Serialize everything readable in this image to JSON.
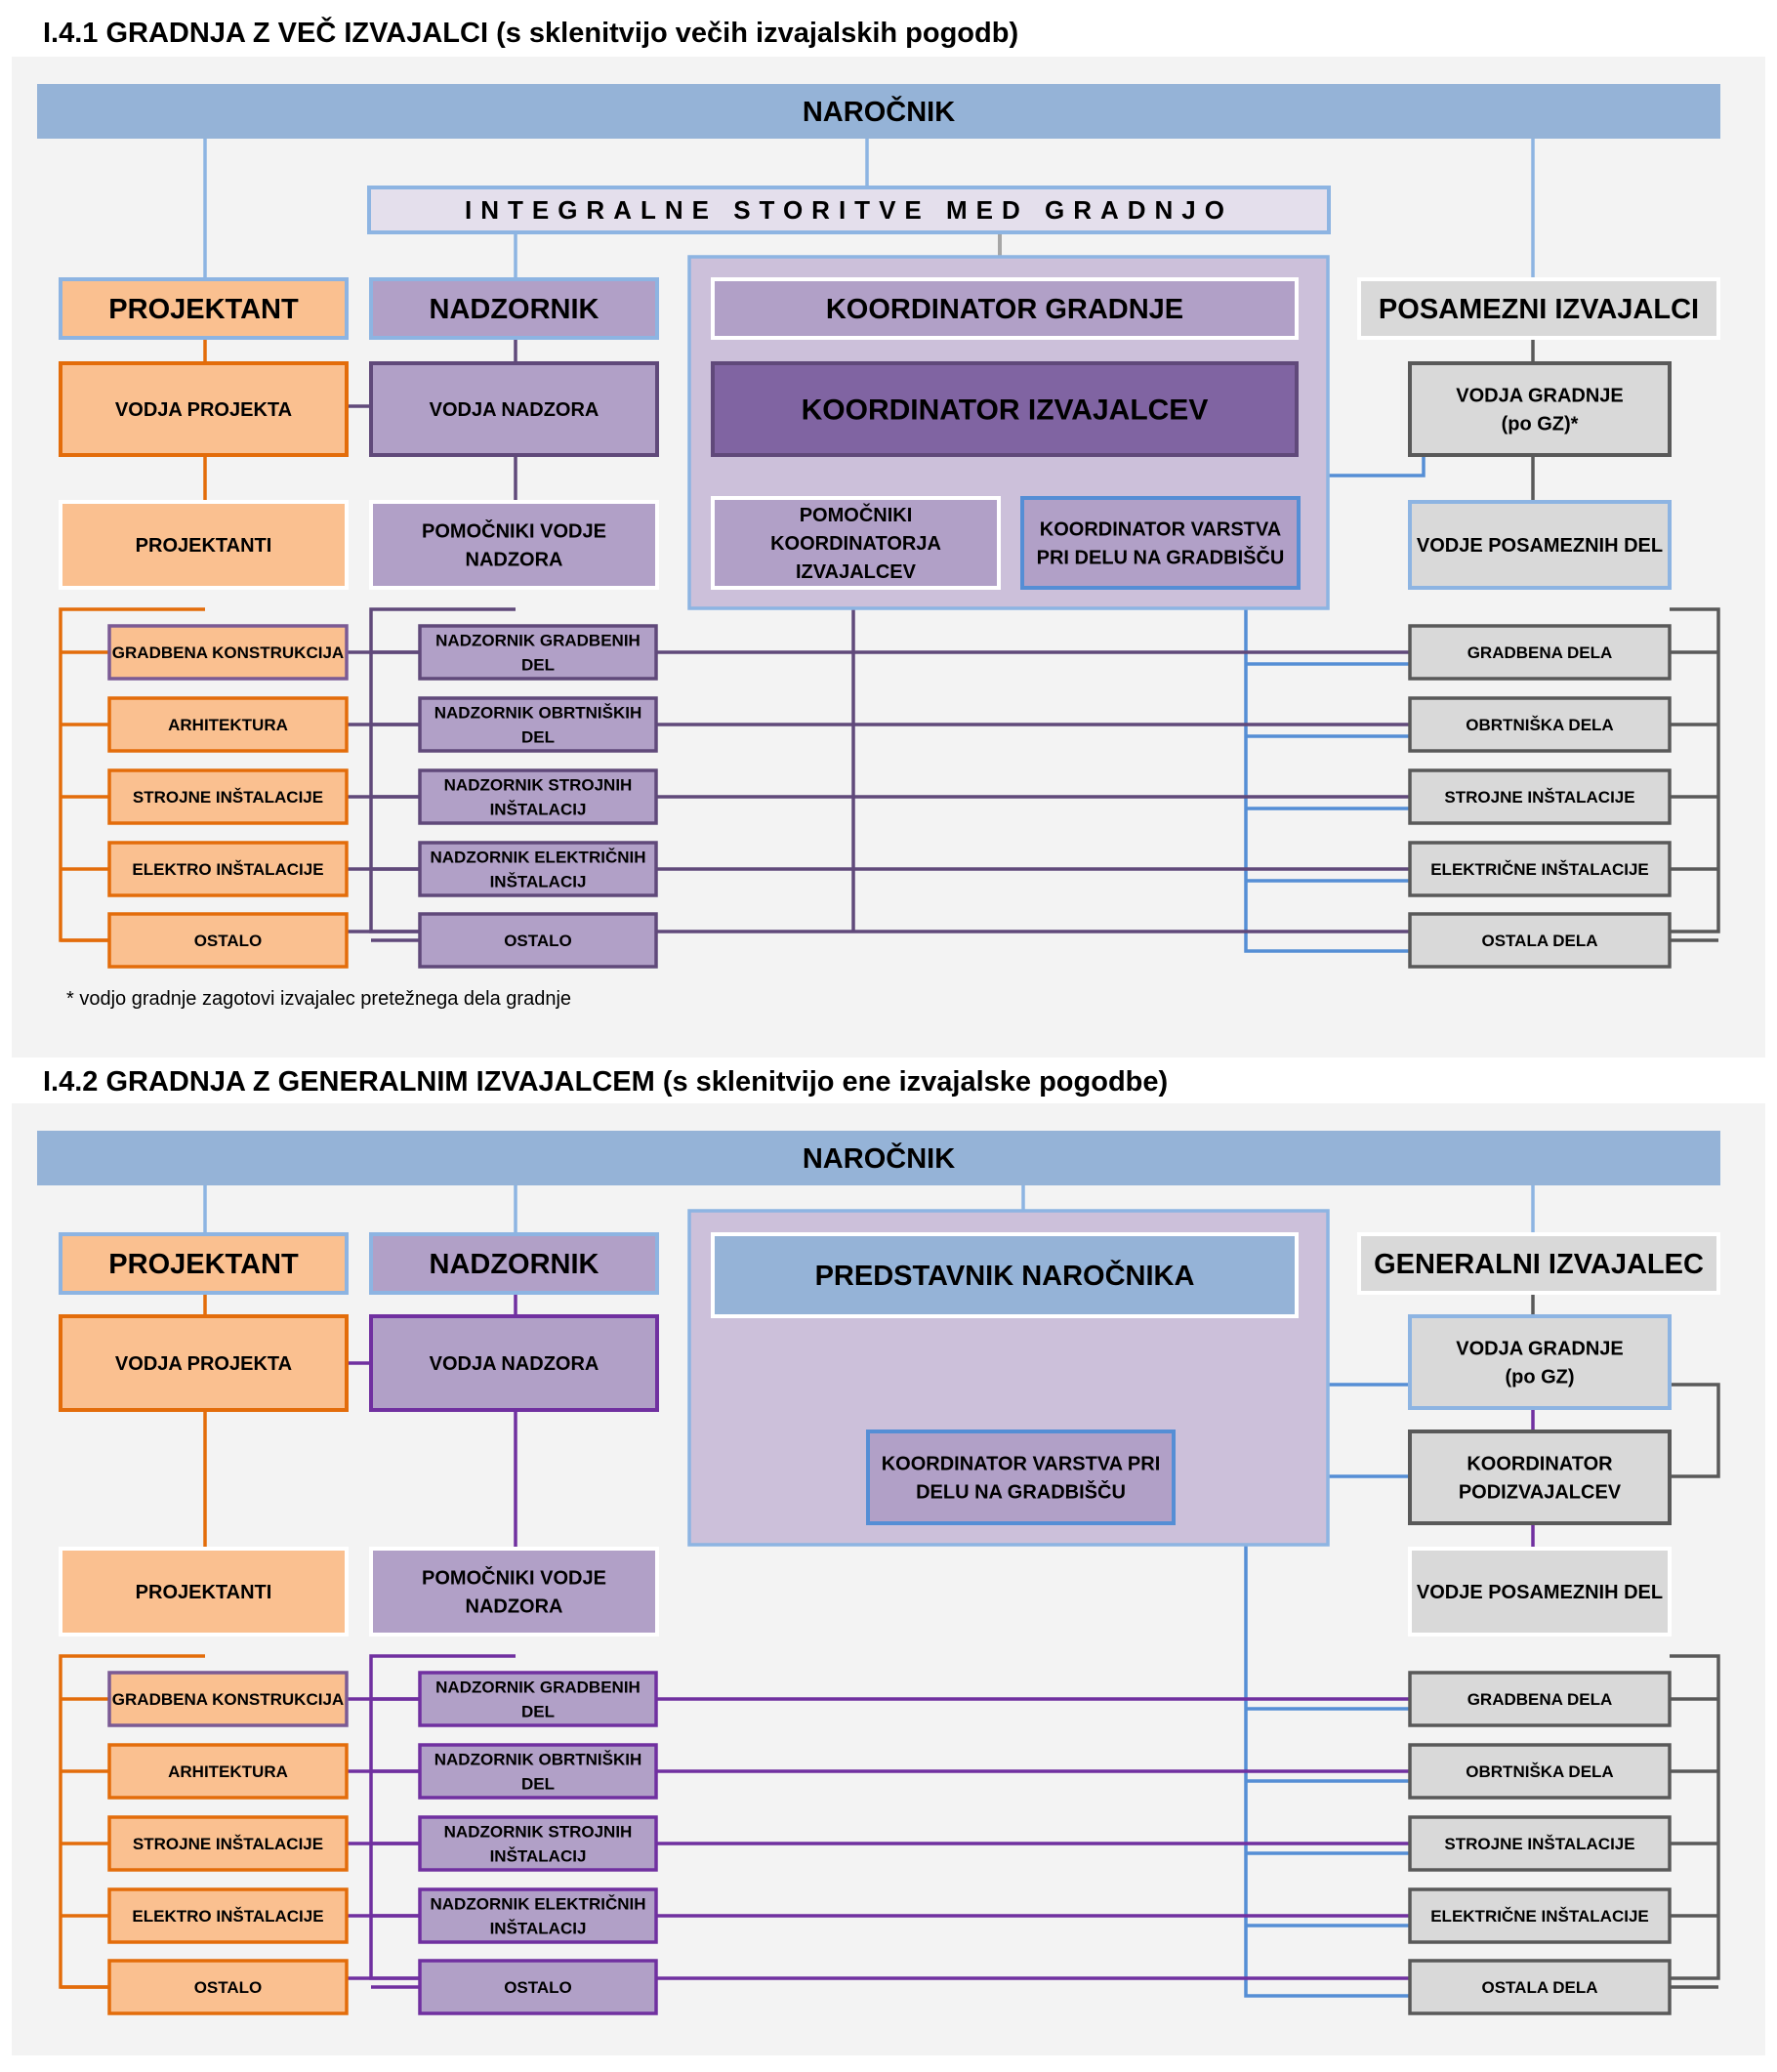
{
  "section1": {
    "title": "I.4.1 GRADNJA Z VEČ IZVAJALCI (s sklenitvijo večih izvajalskih pogodb)",
    "narocnik": "NAROČNIK",
    "integralne": "INTEGRALNE STORITVE MED GRADNJO",
    "projektant": "PROJEKTANT",
    "nadzornik": "NADZORNIK",
    "koordinator_gradnje": "KOORDINATOR GRADNJE",
    "koordinator_izvajalcev": "KOORDINATOR IZVAJALCEV",
    "posamezni": "POSAMEZNI IZVAJALCI",
    "vodja_projekta": "VODJA PROJEKTA",
    "vodja_nadzora": "VODJA NADZORA",
    "vodja_gradnje": [
      "VODJA GRADNJE",
      "(po GZ)*"
    ],
    "projektanti": "PROJEKTANTI",
    "pomocniki_nadzora": [
      "POMOČNIKI VODJE",
      "NADZORA"
    ],
    "pomocniki_koord": [
      "POMOČNIKI",
      "KOORDINATORJA",
      "IZVAJALCEV"
    ],
    "koord_varstva": [
      "KOORDINATOR VARSTVA",
      "PRI DELU NA GRADBIŠČU"
    ],
    "vodje_del": "VODJE POSAMEZNIH DEL",
    "note": "* vodjo gradnje zagotovi izvajalec pretežnega dela gradnje"
  },
  "section2": {
    "title": "I.4.2 GRADNJA Z GENERALNIM IZVAJALCEM (s sklenitvijo ene izvajalske pogodbe)",
    "narocnik": "NAROČNIK",
    "projektant": "PROJEKTANT",
    "nadzornik": "NADZORNIK",
    "predstavnik": "PREDSTAVNIK NAROČNIKA",
    "generalni": "GENERALNI IZVAJALEC",
    "vodja_projekta": "VODJA PROJEKTA",
    "vodja_nadzora": "VODJA NADZORA",
    "vodja_gradnje": [
      "VODJA GRADNJE",
      "(po GZ)"
    ],
    "koord_varstva": [
      "KOORDINATOR VARSTVA PRI",
      "DELU NA GRADBIŠČU"
    ],
    "koord_podizvajalcev": [
      "KOORDINATOR",
      "PODIZVAJALCEV"
    ],
    "projektanti": "PROJEKTANTI",
    "pomocniki_nadzora": [
      "POMOČNIKI VODJE",
      "NADZORA"
    ],
    "vodje_del": "VODJE POSAMEZNIH DEL"
  },
  "rows": {
    "design": [
      "GRADBENA KONSTRUKCIJA",
      "ARHITEKTURA",
      "STROJNE INŠTALACIJE",
      "ELEKTRO INŠTALACIJE",
      "OSTALO"
    ],
    "supervision": [
      [
        "NADZORNIK GRADBENIH",
        "DEL"
      ],
      [
        "NADZORNIK OBRTNIŠKIH",
        "DEL"
      ],
      [
        "NADZORNIK STROJNIH",
        "INŠTALACIJ"
      ],
      [
        "NADZORNIK ELEKTRIČNIH",
        "INŠTALACIJ"
      ],
      [
        "OSTALO"
      ]
    ],
    "works": [
      "GRADBENA DELA",
      "OBRTNIŠKA DELA",
      "STROJNE INŠTALACIJE",
      "ELEKTRIČNE INŠTALACIJE",
      "OSTALA DELA"
    ]
  },
  "colors": {
    "panel": "#f3f3f3",
    "client_fill": "#95b3d7",
    "designer_fill": "#fac090",
    "designer_line": "#e36c0a",
    "supervisor_fill": "#b1a0c7",
    "supervisor_line": "#60497a",
    "supervisor_line_2": "#7030a0",
    "coord_panel": "#ccc0da",
    "coord_dark": "#8064a2",
    "contractor_fill": "#d9d9d9",
    "contractor_line": "#595959",
    "blue_line": "#558ed5",
    "light_blue_border": "#8db4e2"
  }
}
